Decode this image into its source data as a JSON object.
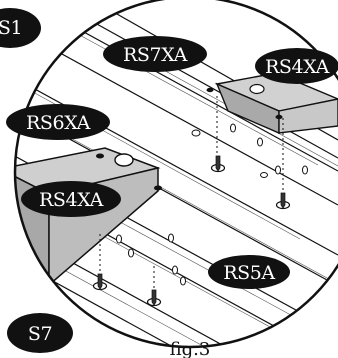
{
  "step_label": "S1",
  "parts": {
    "rs7xa": "RS7XA",
    "rs4xa_upper": "RS4XA",
    "rs6xa": "RS6XA",
    "rs4xa_lower": "RS4XA",
    "rs5a": "RS5A"
  },
  "screw_label": "S7",
  "caption": "fig.3",
  "colors": {
    "label_fill": "#111111",
    "label_text": "#ffffff",
    "bracket_fill": "#b9b9b9",
    "line": "#111111"
  }
}
